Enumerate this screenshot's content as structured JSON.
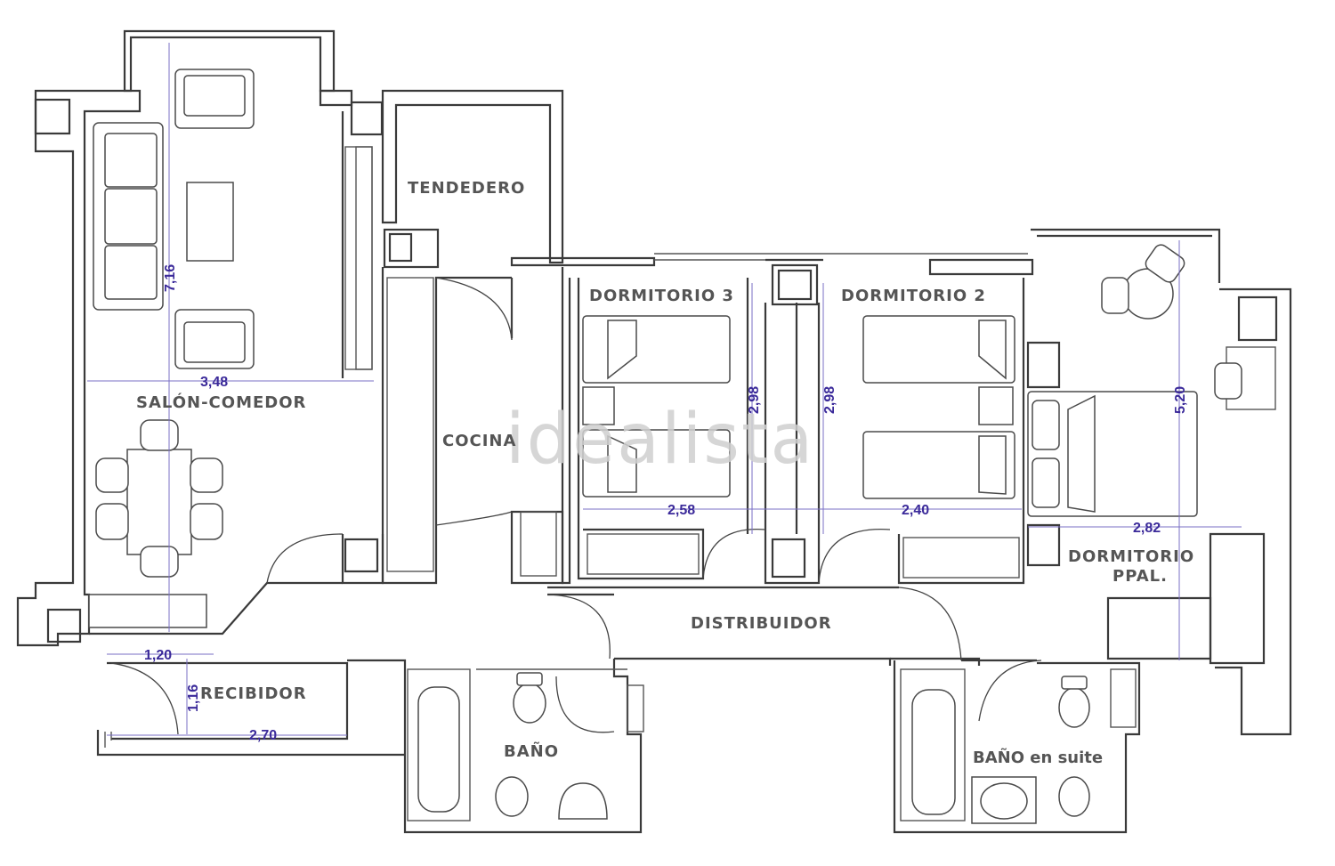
{
  "rooms": {
    "tendedero": "TENDEDERO",
    "dormitorio3": "DORMITORIO 3",
    "dormitorio2": "DORMITORIO 2",
    "salon": "SALÓN-COMEDOR",
    "cocina": "COCINA",
    "dormitorio_ppal_line1": "DORMITORIO",
    "dormitorio_ppal_line2": "PPAL.",
    "distribuidor": "DISTRIBUIDOR",
    "recibidor": "RECIBIDOR",
    "bano": "BAÑO",
    "bano_suite": "BAÑO en suite"
  },
  "dimensions": {
    "salon_length": "7,16",
    "salon_width": "3,48",
    "dorm3_length": "2,98",
    "dorm3_width": "2,58",
    "dorm2_length": "2,98",
    "dorm2_width": "2,40",
    "ppal_length": "5,20",
    "ppal_width": "2,82",
    "recibidor_width": "1,20",
    "recibidor_depth": "1,16",
    "recibidor_length": "2,70"
  },
  "watermark": "idealista",
  "colors": {
    "walls": "#3a3a3a",
    "dimension_lines": "#7a6fc4",
    "dimension_text": "#3b2a9a",
    "room_labels": "#555555",
    "watermark": "#d0d0d0"
  }
}
